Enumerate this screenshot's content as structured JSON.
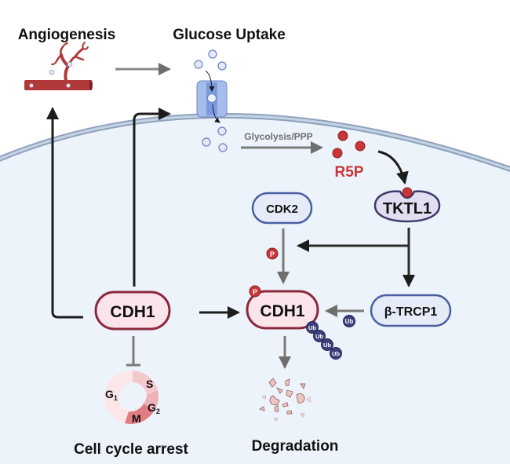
{
  "labels": {
    "angiogenesis": "Angiogenesis",
    "glucose_uptake": "Glucose Uptake",
    "glycolysis_ppp": "Glycolysis/PPP",
    "r5p": "R5P",
    "cell_cycle_arrest": "Cell cycle arrest",
    "degradation": "Degradation"
  },
  "nodes": {
    "cdk2": "CDK2",
    "tktl1": "TKTL1",
    "cdh1_left": "CDH1",
    "cdh1_center": "CDH1",
    "btrcp1": "β-TRCP1"
  },
  "badges": {
    "phospho": "P",
    "ubiquitin": "Ub"
  },
  "cell_cycle": {
    "g1": "G",
    "g1_sub": "1",
    "s": "S",
    "g2": "G",
    "g2_sub": "2",
    "m": "M"
  },
  "colors": {
    "cell_fill": "#edf3fb",
    "membrane": "#9fb3cc",
    "cdh1_fill": "#fbe4ea",
    "cdh1_stroke": "#8b2a3e",
    "protein_fill": "#e6ebf8",
    "protein_stroke": "#4a5fa0",
    "tktl1_fill": "#e2def2",
    "tktl1_stroke": "#3c3a6b",
    "r5p_red": "#c8363a",
    "ub_fill": "#3b3f7a",
    "vessel_red": "#b03a3a",
    "arrow_black": "#1c1c1c",
    "arrow_gray": "#6e6e6e"
  }
}
